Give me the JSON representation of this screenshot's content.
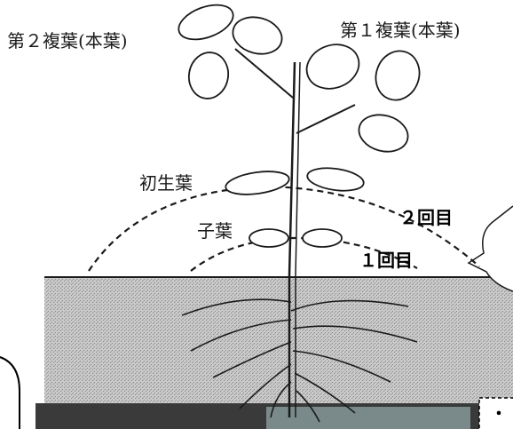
{
  "labels": {
    "second_compound_leaf": "第２複葉(本葉)",
    "first_compound_leaf": "第１複葉(本葉)",
    "primary_leaf": "初生葉",
    "cotyledon": "子葉",
    "second_time": "２回目",
    "first_time": "１回目"
  },
  "marks": {
    "bullet": "・"
  },
  "colors": {
    "line": "#1a1a1a",
    "soil": "#b8b8b8",
    "photo": "#3a3a3a"
  }
}
